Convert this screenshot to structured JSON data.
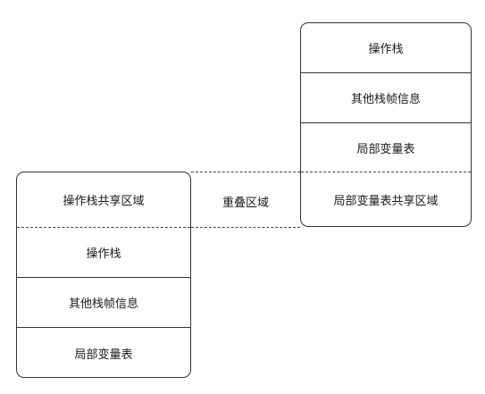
{
  "right_frame": {
    "cells": [
      "操作栈",
      "其他栈帧信息",
      "局部变量表",
      "局部变量表共享区域"
    ]
  },
  "left_frame": {
    "cells": [
      "操作栈共享区域",
      "操作栈",
      "其他栈帧信息",
      "局部变量表"
    ]
  },
  "overlap_label": "重叠区域"
}
